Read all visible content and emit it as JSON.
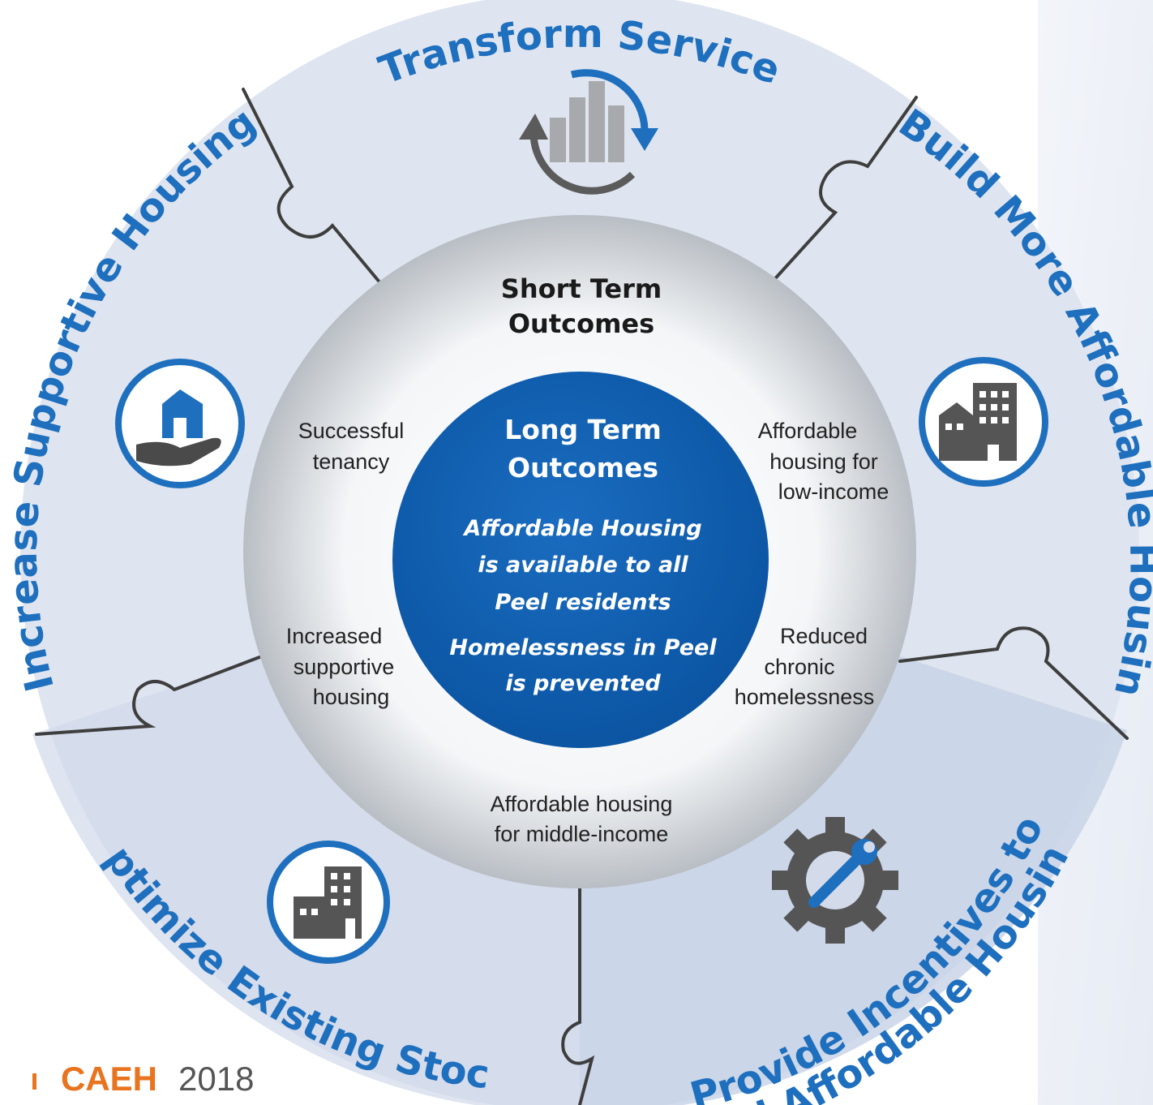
{
  "segments": {
    "top": "Transform Service",
    "top_right": "Build More Affordable Housing",
    "left": "Increase Supportive Housing",
    "bottom_left": "Optimize Existing Stock",
    "bottom_right_line1": "Provide Incentives to",
    "bottom_right_line2": "Build Affordable Housing"
  },
  "short_term": {
    "heading_line1": "Short Term",
    "heading_line2": "Outcomes",
    "successful_tenancy": [
      "Successful",
      "tenancy"
    ],
    "affordable_low": [
      "Affordable",
      "housing for",
      "low-income"
    ],
    "increased_supportive": [
      "Increased",
      "supportive",
      "housing"
    ],
    "reduced_chronic": [
      "Reduced",
      "chronic",
      "homelessness"
    ],
    "affordable_middle": [
      "Affordable housing",
      "for middle-income"
    ]
  },
  "long_term": {
    "heading_line1": "Long Term",
    "heading_line2": "Outcomes",
    "lines": [
      "Affordable Housing",
      "is available to all",
      "Peel residents",
      "Homelessness in Peel",
      "is prevented"
    ]
  },
  "footer": {
    "org": "CAEH",
    "year": "2018"
  },
  "colors": {
    "brand_blue": "#1e6fbe",
    "dark_blue": "#0d5aa7",
    "orange": "#e8741f",
    "icon_gray": "#555555"
  },
  "icons": [
    "refresh-chart-icon",
    "hand-house-icon",
    "buildings-icon",
    "office-building-icon",
    "gear-wrench-icon"
  ]
}
